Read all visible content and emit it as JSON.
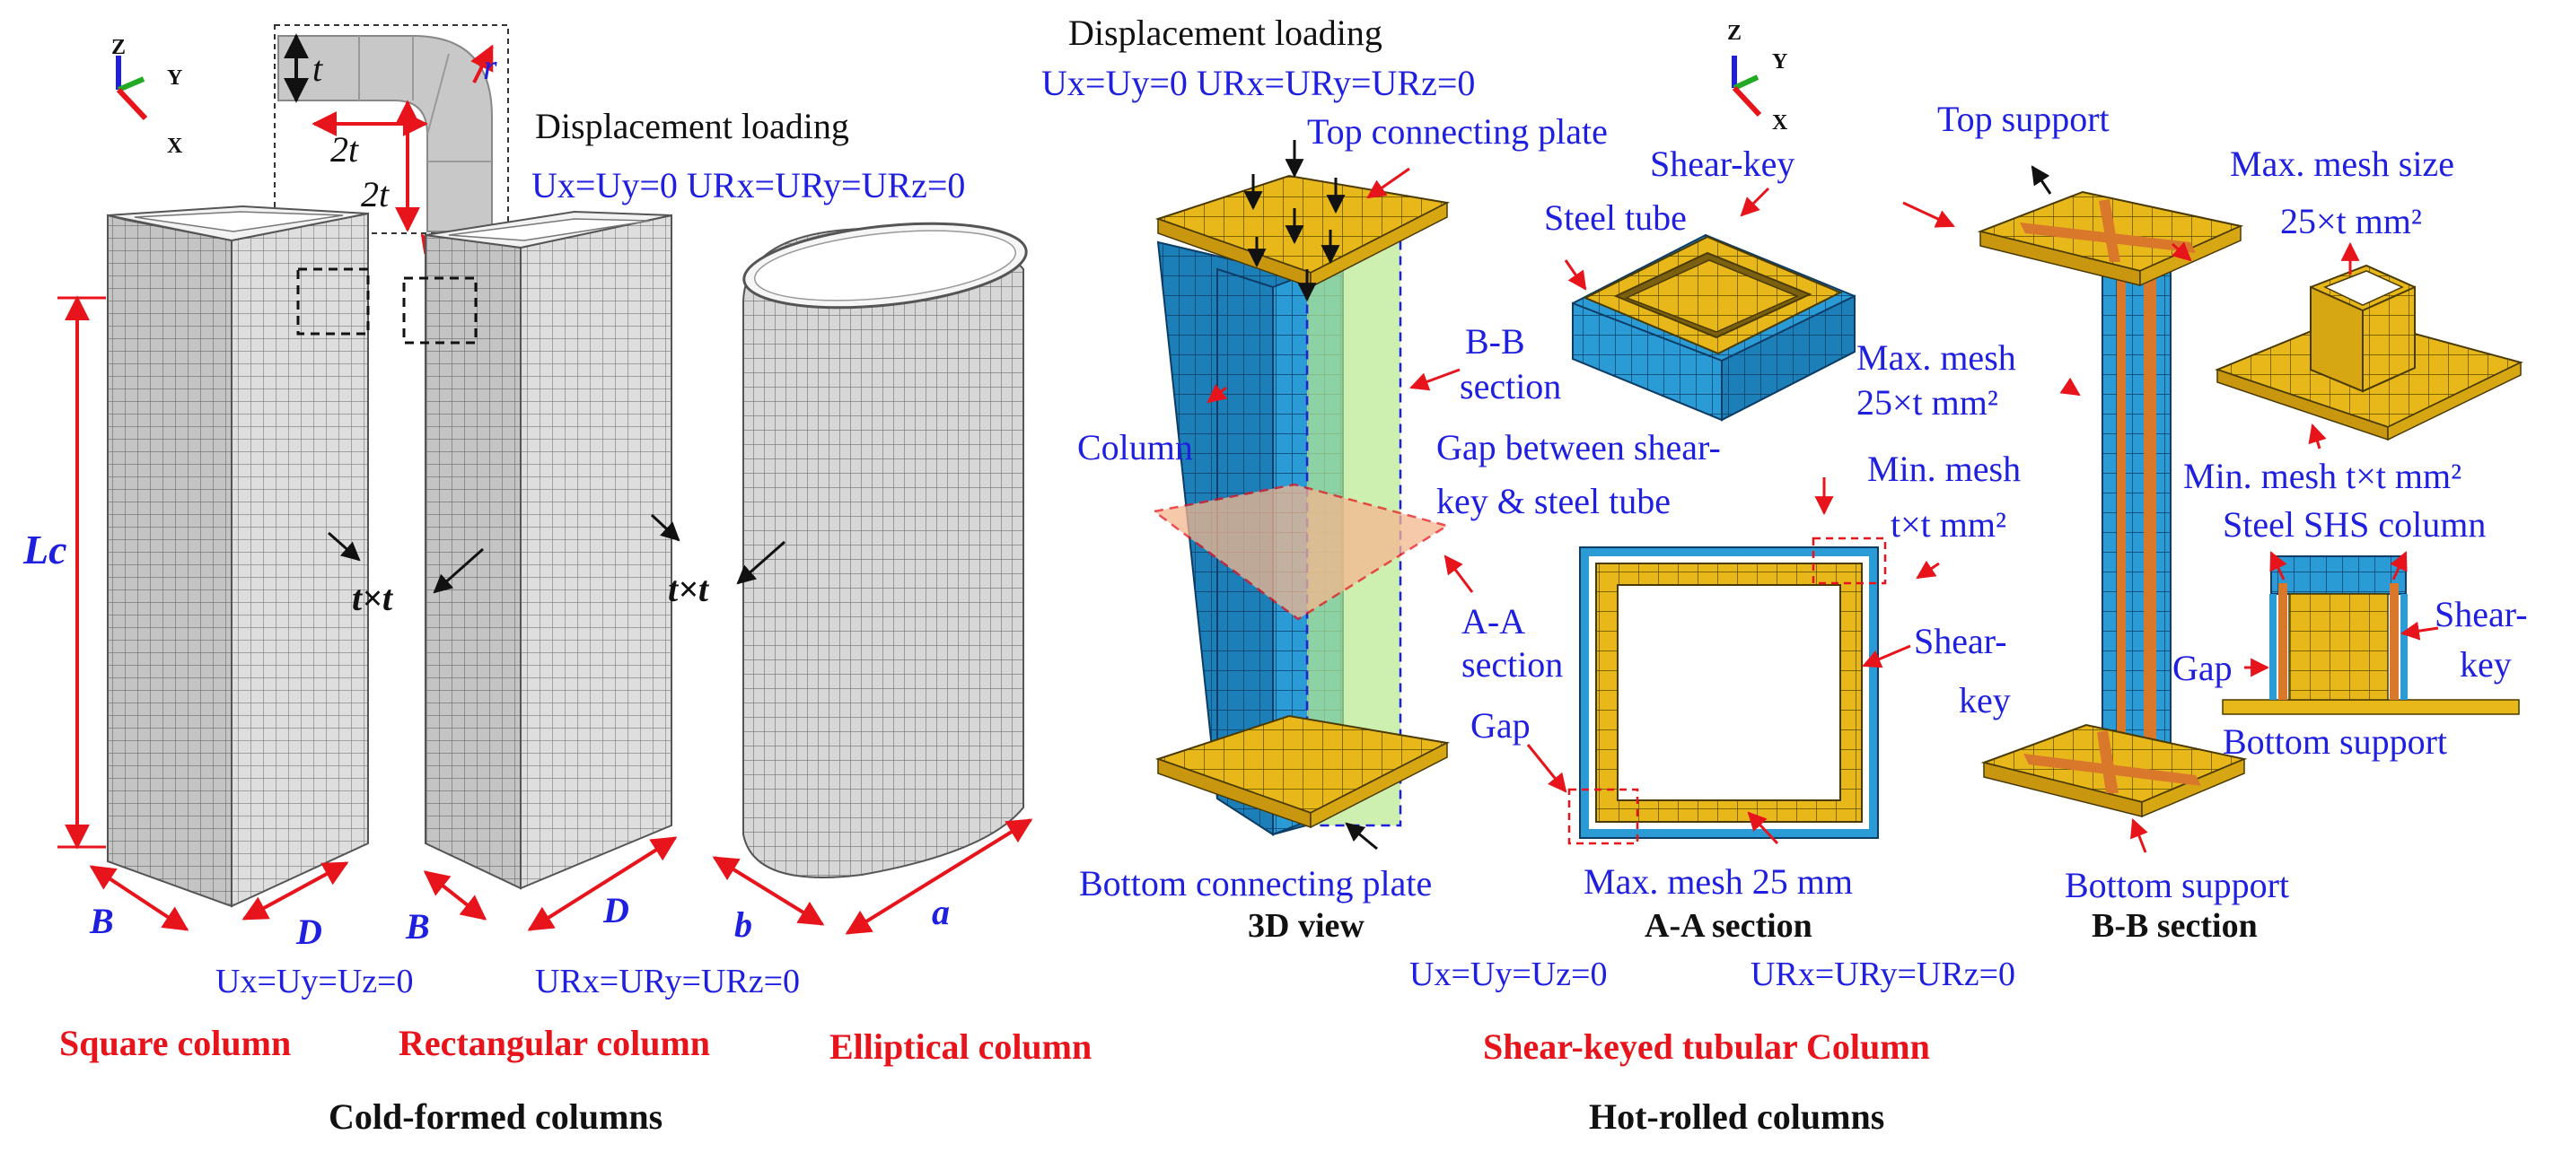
{
  "colors": {
    "label_blue": "#1f1fe0",
    "title_red": "#e8141c",
    "arrow_red": "#e8141c",
    "mesh_grey": "#d9d9d9",
    "plate_yellow": "#e8b81a",
    "tube_blue": "#2b9bd6",
    "key_orange": "#d9782a",
    "section_orange": "#f5b78f",
    "section_green": "#b8ea8f"
  },
  "axes": {
    "z": "Z",
    "y": "Y",
    "x": "X"
  },
  "cold": {
    "inset": {
      "t_vert": "t",
      "r": "r",
      "two_t_h": "2t",
      "two_t_v": "2t"
    },
    "disp_loading": "Displacement loading",
    "bc_top": "Ux=Uy=0  URx=URy=URz=0",
    "Lc": "Lc",
    "txt_left": "t×t",
    "txt_right": "t×t",
    "dims": {
      "B1": "B",
      "D1": "D",
      "B2": "B",
      "D2": "D",
      "b": "b",
      "a": "a"
    },
    "bc_bot_u": "Ux=Uy=Uz=0",
    "bc_bot_ur": "URx=URy=URz=0",
    "labels": {
      "square": "Square column",
      "rect": "Rectangular column",
      "ellip": "Elliptical column"
    },
    "group": "Cold-formed columns"
  },
  "hot": {
    "disp_loading": "Displacement loading",
    "bc_top": "Ux=Uy=0  URx=URy=URz=0",
    "top_plate": "Top connecting plate",
    "bb_section": [
      "B-B",
      "section"
    ],
    "column": "Column",
    "aa_section": [
      "A-A",
      "section"
    ],
    "bottom_plate": "Bottom connecting plate",
    "view3d": "3D view",
    "steel_tube": "Steel tube",
    "shear_key": "Shear-key",
    "max_mesh_a": [
      "Max. mesh",
      "25×t mm²"
    ],
    "gap_between": [
      "Gap between shear-",
      "key & steel tube"
    ],
    "min_mesh_a": [
      "Min. mesh",
      "t×t mm²"
    ],
    "shear_key_side": [
      "Shear-",
      "key"
    ],
    "gap": "Gap",
    "max_mesh_25": "Max. mesh 25 mm",
    "aa_title": "A-A section",
    "top_support": "Top support",
    "max_mesh_size": [
      "Max. mesh size",
      "25×t mm²"
    ],
    "min_mesh_b": "Min. mesh t×t mm²",
    "steel_shs": "Steel SHS column",
    "gap_b": "Gap",
    "shear_key_b": [
      "Shear-",
      "key"
    ],
    "bottom_support_r": "Bottom support",
    "bottom_support": "Bottom support",
    "bb_title": "B-B section",
    "bc_bot_u": "Ux=Uy=Uz=0",
    "bc_bot_ur": "URx=URy=URz=0",
    "subtitle": "Shear-keyed tubular Column",
    "group": "Hot-rolled columns"
  }
}
